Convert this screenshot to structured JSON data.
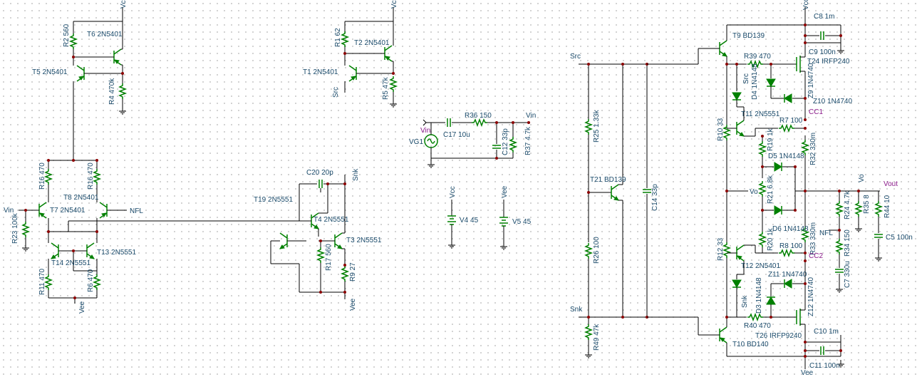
{
  "labels": [
    {
      "id": "r2",
      "text": "R2 560"
    },
    {
      "id": "t6",
      "text": "T6 2N5401"
    },
    {
      "id": "vcc1",
      "text": "Vcc"
    },
    {
      "id": "t5",
      "text": "T5 2N5401"
    },
    {
      "id": "r4",
      "text": "R4 470k"
    },
    {
      "id": "r15",
      "text": "R16 470"
    },
    {
      "id": "r16",
      "text": "R16 470"
    },
    {
      "id": "t8",
      "text": "T8 2N5401"
    },
    {
      "id": "vin",
      "text": "Vin"
    },
    {
      "id": "t7",
      "text": "T7 2N5401"
    },
    {
      "id": "nfl",
      "text": "NFL"
    },
    {
      "id": "r23",
      "text": "R23 100k"
    },
    {
      "id": "t14",
      "text": "T14 2N5551"
    },
    {
      "id": "t13",
      "text": "T13 2N5551"
    },
    {
      "id": "r11",
      "text": "R11 470"
    },
    {
      "id": "r6",
      "text": "R6 470"
    },
    {
      "id": "vee1",
      "text": "Vee"
    },
    {
      "id": "r1",
      "text": "R1 62"
    },
    {
      "id": "t2",
      "text": "T2 2N5401"
    },
    {
      "id": "vcc2",
      "text": "Vcc"
    },
    {
      "id": "t1",
      "text": "T1 2N5401"
    },
    {
      "id": "src1",
      "text": "Src"
    },
    {
      "id": "r5",
      "text": "R5 47k"
    },
    {
      "id": "c20",
      "text": "C20 20p"
    },
    {
      "id": "snk1",
      "text": "Snk"
    },
    {
      "id": "t19",
      "text": "T19 2N5551"
    },
    {
      "id": "t4",
      "text": "T4 2N5551"
    },
    {
      "id": "t3",
      "text": "T3 2N5551"
    },
    {
      "id": "r17",
      "text": "R17 560"
    },
    {
      "id": "r9",
      "text": "R9 27"
    },
    {
      "id": "vee2",
      "text": "Vee"
    },
    {
      "id": "r36",
      "text": "R36 150"
    },
    {
      "id": "vin2",
      "text": "Vin"
    },
    {
      "id": "vinp",
      "text": "Vin"
    },
    {
      "id": "vg1",
      "text": "VG1"
    },
    {
      "id": "c17",
      "text": "C17 10u"
    },
    {
      "id": "c12",
      "text": "C12 33p"
    },
    {
      "id": "r37",
      "text": "R37 4.7k"
    },
    {
      "id": "vcc3",
      "text": "Vcc"
    },
    {
      "id": "vee3",
      "text": "Vee"
    },
    {
      "id": "v4",
      "text": "V4 45"
    },
    {
      "id": "v5",
      "text": "V5 45"
    },
    {
      "id": "src2",
      "text": "Src"
    },
    {
      "id": "r25",
      "text": "R25 1.33k"
    },
    {
      "id": "t21",
      "text": "T21 BD139"
    },
    {
      "id": "c14",
      "text": "C14 33p"
    },
    {
      "id": "r26",
      "text": "R26 100"
    },
    {
      "id": "snk2",
      "text": "Snk"
    },
    {
      "id": "r49",
      "text": "R49 47k"
    },
    {
      "id": "t9",
      "text": "T9 BD139"
    },
    {
      "id": "vcc4",
      "text": "Vcc"
    },
    {
      "id": "c8",
      "text": "C8 1m"
    },
    {
      "id": "c9",
      "text": "C9 100n"
    },
    {
      "id": "r39",
      "text": "R39 470"
    },
    {
      "id": "t24",
      "text": "T24 IRFP240"
    },
    {
      "id": "src3",
      "text": "Src"
    },
    {
      "id": "d4",
      "text": "D4 1N4148"
    },
    {
      "id": "z9",
      "text": "Z9 1N4740"
    },
    {
      "id": "z10",
      "text": "Z10 1N4740"
    },
    {
      "id": "cc1",
      "text": "CC1"
    },
    {
      "id": "t11",
      "text": "T11 2N5551"
    },
    {
      "id": "r7",
      "text": "R7 100"
    },
    {
      "id": "r10",
      "text": "R10 33"
    },
    {
      "id": "r19",
      "text": "R19 1k"
    },
    {
      "id": "r32",
      "text": "R32 330m"
    },
    {
      "id": "d5",
      "text": "D5 1N4148"
    },
    {
      "id": "vo1",
      "text": "Vo"
    },
    {
      "id": "vo2",
      "text": "Vo"
    },
    {
      "id": "r21",
      "text": "R21 6.8k"
    },
    {
      "id": "vout",
      "text": "Vout"
    },
    {
      "id": "r24",
      "text": "R24 4.7k"
    },
    {
      "id": "r35",
      "text": "R35 8"
    },
    {
      "id": "r44",
      "text": "R44 10"
    },
    {
      "id": "d6",
      "text": "D6 1N4148"
    },
    {
      "id": "nfl2",
      "text": "NFL"
    },
    {
      "id": "r34",
      "text": "R34 150"
    },
    {
      "id": "c5",
      "text": "C5 100n"
    },
    {
      "id": "r20",
      "text": "R20 1k"
    },
    {
      "id": "r33",
      "text": "R33 330m"
    },
    {
      "id": "r12",
      "text": "R12 33"
    },
    {
      "id": "r8",
      "text": "R8 100"
    },
    {
      "id": "cc2",
      "text": "CC2"
    },
    {
      "id": "t12",
      "text": "T12 2N5401"
    },
    {
      "id": "c7",
      "text": "C7 330u"
    },
    {
      "id": "z11",
      "text": "Z11 1N4740"
    },
    {
      "id": "d3",
      "text": "D3 1N4148"
    },
    {
      "id": "snk3",
      "text": "Snk"
    },
    {
      "id": "z12",
      "text": "Z12 1N4740"
    },
    {
      "id": "r40",
      "text": "R40 470"
    },
    {
      "id": "t26",
      "text": "T26 IRFP9240"
    },
    {
      "id": "c10",
      "text": "C10 1m"
    },
    {
      "id": "t10",
      "text": "T10 BD140"
    },
    {
      "id": "c11",
      "text": "C11 100n"
    },
    {
      "id": "vee4",
      "text": "Vee"
    }
  ]
}
